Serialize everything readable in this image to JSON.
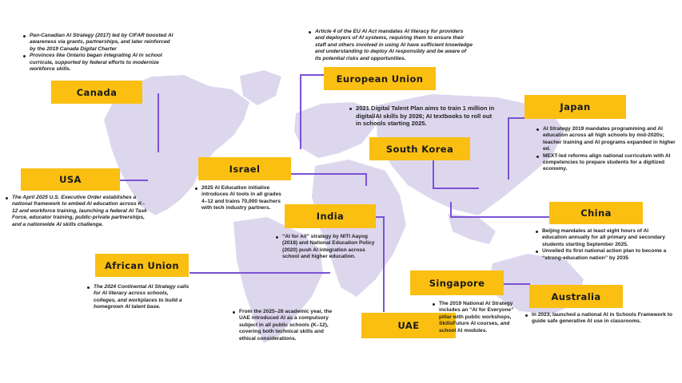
{
  "colors": {
    "label_bg": "#fbbf12",
    "connector": "#7b52d6",
    "continent": "#ddd7ee"
  },
  "labels": {
    "canada": "Canada",
    "european_union": "European Union",
    "japan": "Japan",
    "south_korea": "South Korea",
    "usa": "USA",
    "israel": "Israel",
    "india": "India",
    "china": "China",
    "african_union": "African Union",
    "singapore": "Singapore",
    "australia": "Australia",
    "uae": "UAE"
  },
  "notes": {
    "canada": [
      "Pan-Canadian AI Strategy (2017) led by CIFAR boosted AI awareness via grants, partnerships, and later reinforced by the 2019 Canada Digital Charter",
      "Provinces like Ontario began integrating AI in school curricula, supported by federal efforts to modernize workforce skills."
    ],
    "european_union": [
      "Article 4 of the EU AI Act mandates AI literacy for providers and deployers of AI systems, requiring them to ensure their staff and others involved in using AI have sufficient knowledge and understanding to deploy AI responsibly and be aware of its potential risks and opportunities."
    ],
    "south_korea": [
      "2021 Digital Talent Plan aims to train 1 million in digital/AI skills by 2026; AI textbooks to roll out in schools starting 2025."
    ],
    "japan": [
      "AI Strategy 2019 mandates programming and AI education across all high schools by mid-2020s; teacher training and AI programs expanded in higher ed.",
      "MEXT-led reforms align national curriculum with AI competencies to prepare students for a digitized economy."
    ],
    "usa": [
      "The April 2025 U.S. Executive Order establishes a national framework to embed AI education across K–12 and workforce training, launching a federal AI Task Force, educator training, public-private partnerships, and a nationwide AI skills challenge."
    ],
    "israel": [
      "2025 AI Education initiative introduces AI tools in all grades 4–12 and trains 70,000 teachers with tech industry partners."
    ],
    "india": [
      "“AI for All” strategy by NITI Aayog (2018) and National Education Policy (2020) push AI integration across school and higher education."
    ],
    "china": [
      "Beijing mandates at least eight hours of AI education annually for all primary and secondary students starting September 2025.",
      "Unveiled its first national action plan to become a “strong-education nation” by 2035"
    ],
    "african_union": [
      "The 2024 Continental AI Strategy calls for AI literacy across schools, colleges, and workplaces to build a homegrown AI talent base."
    ],
    "uae": [
      "From the 2025–26 academic year, the UAE introduced AI as a compulsory subject in all public schools (K–12), covering both technical skills and ethical considerations."
    ],
    "singapore": [
      "The 2019 National AI Strategy includes an “AI for Everyone” pillar with public workshops, SkillsFuture AI courses, and school AI modules."
    ],
    "australia": [
      "In 2023, launched a national AI in Schools Framework to guide safe generative AI use in classrooms."
    ]
  }
}
